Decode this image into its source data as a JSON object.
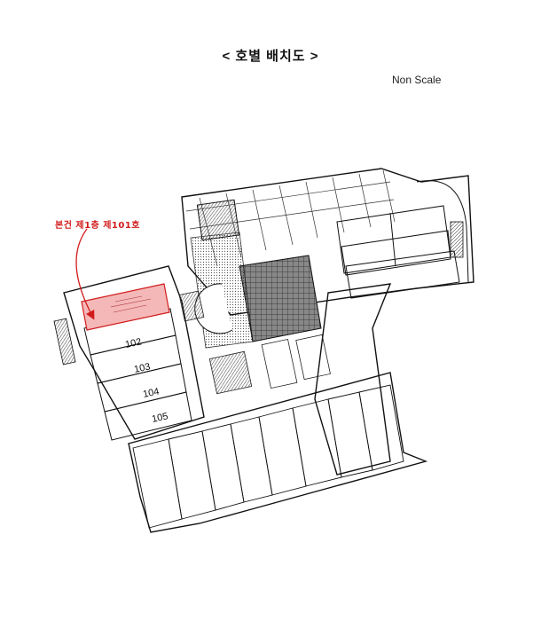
{
  "header": {
    "title": "< 호별 배치도 >",
    "scale_note": "Non Scale"
  },
  "annotation": {
    "text": "본건 제1층 제101호",
    "color": "#d21c1c"
  },
  "rooms": [
    {
      "label": "102"
    },
    {
      "label": "103"
    },
    {
      "label": "104"
    },
    {
      "label": "105"
    }
  ],
  "highlight_color": "#f4b8b8"
}
